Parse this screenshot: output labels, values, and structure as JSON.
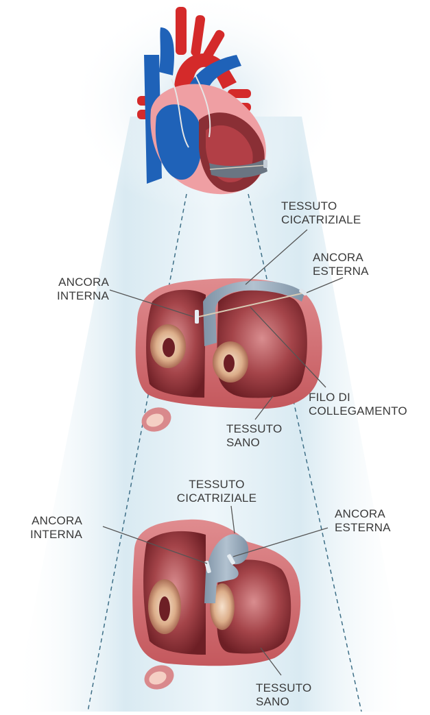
{
  "labels": {
    "mid": {
      "tessuto_cicatriziale": [
        "TESSUTO",
        "CICATRIZIALE"
      ],
      "ancora_esterna": [
        "ANCORA",
        "ESTERNA"
      ],
      "ancora_interna": [
        "ANCORA",
        "INTERNA"
      ],
      "filo_di_collegamento": [
        "FILO DI",
        "COLLEGAMENTO"
      ],
      "tessuto_sano": [
        "TESSUTO",
        "SANO"
      ]
    },
    "bottom": {
      "tessuto_cicatriziale": [
        "TESSUTO",
        "CICATRIZIALE"
      ],
      "ancora_interna": [
        "ANCORA",
        "INTERNA"
      ],
      "ancora_esterna": [
        "ANCORA",
        "ESTERNA"
      ],
      "tessuto_sano": [
        "TESSUTO",
        "SANO"
      ]
    }
  },
  "colors": {
    "label_text": "#3a3a3a",
    "leader_line": "#555555",
    "beam_edge": "#3d6e86",
    "beam_fill": "#d8e9f1",
    "heart_muscle": "#cf6a6e",
    "heart_dark": "#8a2f35",
    "scar_tissue": "#8ea1b3",
    "artery_red": "#d42a2a",
    "vein_blue": "#1f62b8"
  }
}
